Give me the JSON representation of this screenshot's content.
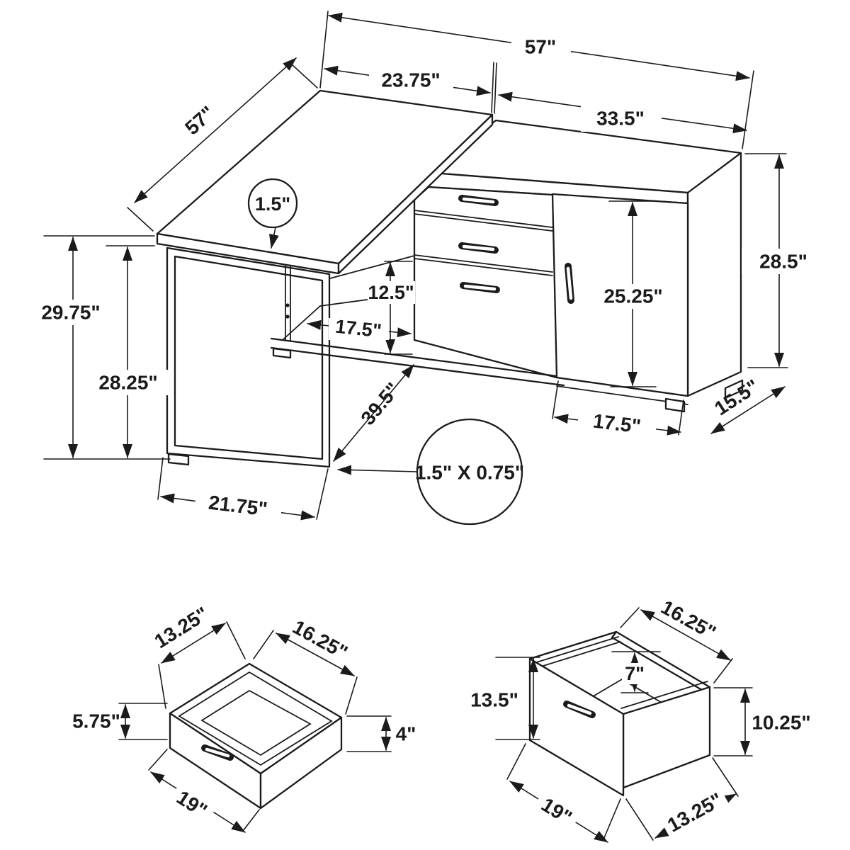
{
  "main": {
    "dim_top_total": "57\"",
    "dim_top_left": "23.75\"",
    "dim_top_right": "33.5\"",
    "dim_left_depth": "57\"",
    "dim_desktop_thickness": "1.5\"",
    "dim_height_floor_to_top": "29.75\"",
    "dim_height_under_desktop": "28.25\"",
    "dim_leg_width": "21.75\"",
    "dim_rail_length": "39.5\"",
    "dim_rail_section": "1.5\" X 0.75\"",
    "dim_open_shelf_height": "12.5\"",
    "dim_open_shelf_width": "17.5\"",
    "dim_door_interior_height": "25.25\"",
    "dim_cabinet_bottom_width": "17.5\"",
    "dim_cabinet_depth": "15.5\"",
    "dim_cabinet_height": "28.5\""
  },
  "small_drawer": {
    "dim_inner_width": "13.25\"",
    "dim_depth": "16.25\"",
    "dim_front_height": "5.75\"",
    "dim_side_height": "4\"",
    "dim_width": "19\""
  },
  "file_drawer": {
    "dim_depth": "16.25\"",
    "dim_inner_height": "7\"",
    "dim_front_height": "13.5\"",
    "dim_side_height": "10.25\"",
    "dim_width": "19\"",
    "dim_bottom_depth": "13.25\""
  }
}
